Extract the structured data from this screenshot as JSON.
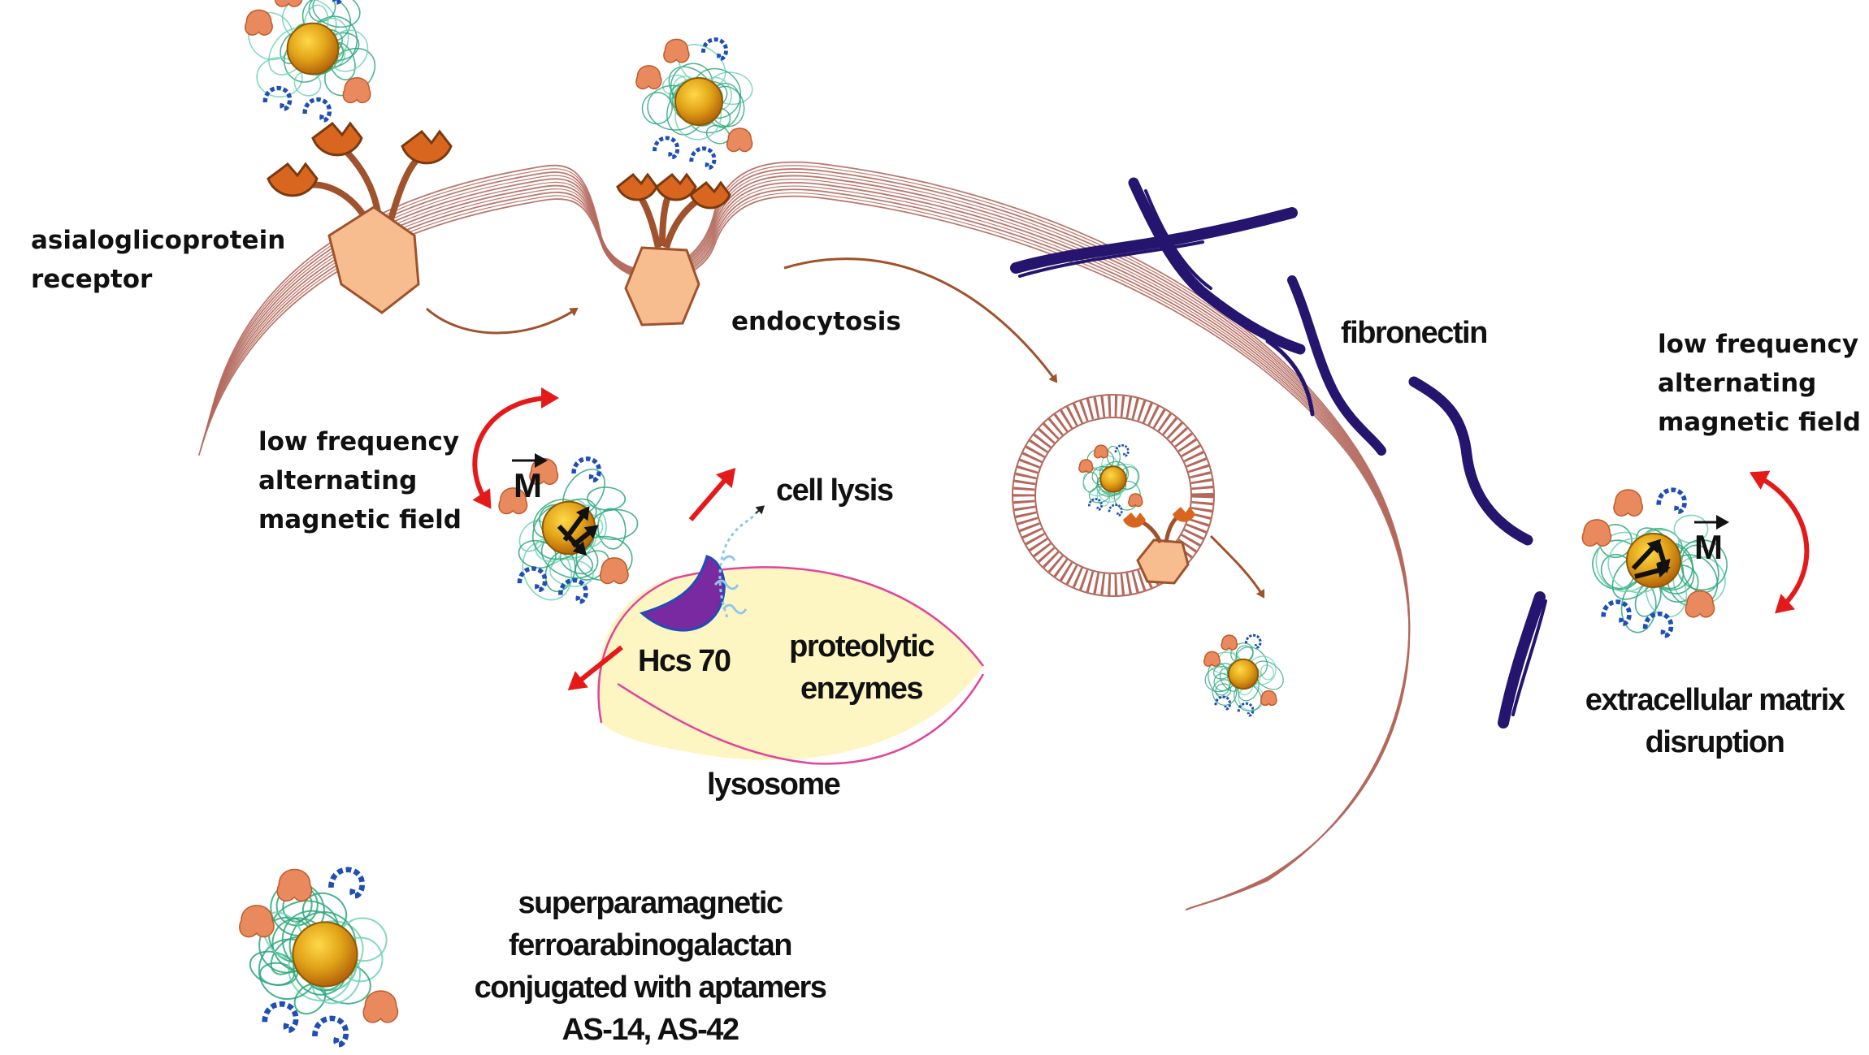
{
  "labels": {
    "receptor": "asialoglicoprotein\nreceptor",
    "endocytosis": "endocytosis",
    "fibronectin": "fibronectin",
    "field_left": "low frequency\nalternating\nmagnetic field",
    "field_right": "low frequency\nalternating\nmagnetic field",
    "moment_left": "M",
    "moment_right": "M",
    "cell_lysis": "cell lysis",
    "hcs70": "Hcs 70",
    "proteolytic": "proteolytic\nenzymes",
    "lysosome": "lysosome",
    "ecm": "extracellular matrix\ndisruption",
    "nanoparticle": "superparamagnetic\nferroarabinogalactan\nconjugated with aptamers\nAS-14, AS-42"
  },
  "colors": {
    "membrane": "#b4685c",
    "receptor_fill": "#f8bd8e",
    "receptor_stroke": "#a0522d",
    "core": "#e2a418",
    "polymer": "#2aa87a",
    "aptamer_blue": "#1f4fb5",
    "aptamer_orange": "#e98a5e",
    "fibronectin": "#25156e",
    "field_arrow": "#e41a1a",
    "lysosome_fill": "#fdf6c3",
    "lysosome_edge": "#e0449c",
    "hsp_fill": "#7a2aa0",
    "transport_arrow": "#a0522d"
  }
}
